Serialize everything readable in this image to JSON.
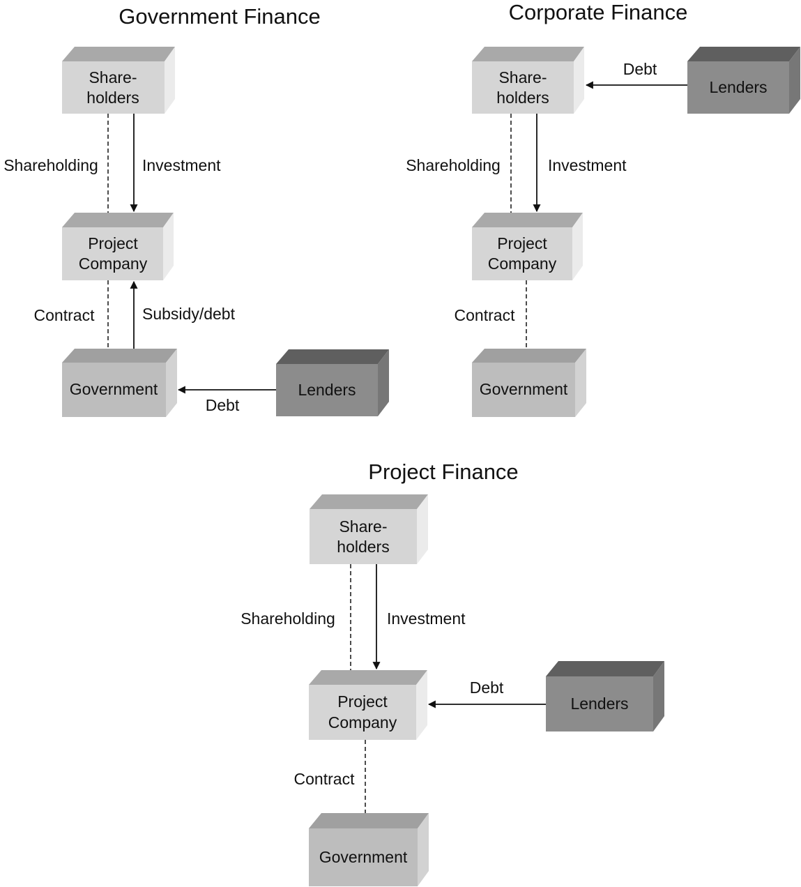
{
  "colors": {
    "light_front": "#d5d5d5",
    "light_top": "#a9a9a9",
    "light_side": "#ebebeb",
    "gov_front": "#bdbdbd",
    "gov_top": "#a0a0a0",
    "gov_side": "#d2d2d2",
    "lender_front": "#8c8c8c",
    "lender_top": "#5f5f5f",
    "lender_side": "#777777",
    "line": "#111111"
  },
  "diagrams": {
    "government": {
      "title": "Government Finance",
      "shareholders": {
        "line1": "Share-",
        "line2": "holders"
      },
      "project_company": {
        "line1": "Project",
        "line2": "Company"
      },
      "government": {
        "label": "Government"
      },
      "lenders": {
        "label": "Lenders"
      },
      "edges": {
        "shareholding": "Shareholding",
        "investment": "Investment",
        "contract": "Contract",
        "subsidy_debt": "Subsidy/debt",
        "debt": "Debt"
      }
    },
    "corporate": {
      "title": "Corporate Finance",
      "shareholders": {
        "line1": "Share-",
        "line2": "holders"
      },
      "project_company": {
        "line1": "Project",
        "line2": "Company"
      },
      "government": {
        "label": "Government"
      },
      "lenders": {
        "label": "Lenders"
      },
      "edges": {
        "shareholding": "Shareholding",
        "investment": "Investment",
        "contract": "Contract",
        "debt": "Debt"
      }
    },
    "project": {
      "title": "Project Finance",
      "shareholders": {
        "line1": "Share-",
        "line2": "holders"
      },
      "project_company": {
        "line1": "Project",
        "line2": "Company"
      },
      "government": {
        "label": "Government"
      },
      "lenders": {
        "label": "Lenders"
      },
      "edges": {
        "shareholding": "Shareholding",
        "investment": "Investment",
        "contract": "Contract",
        "debt": "Debt"
      }
    }
  }
}
